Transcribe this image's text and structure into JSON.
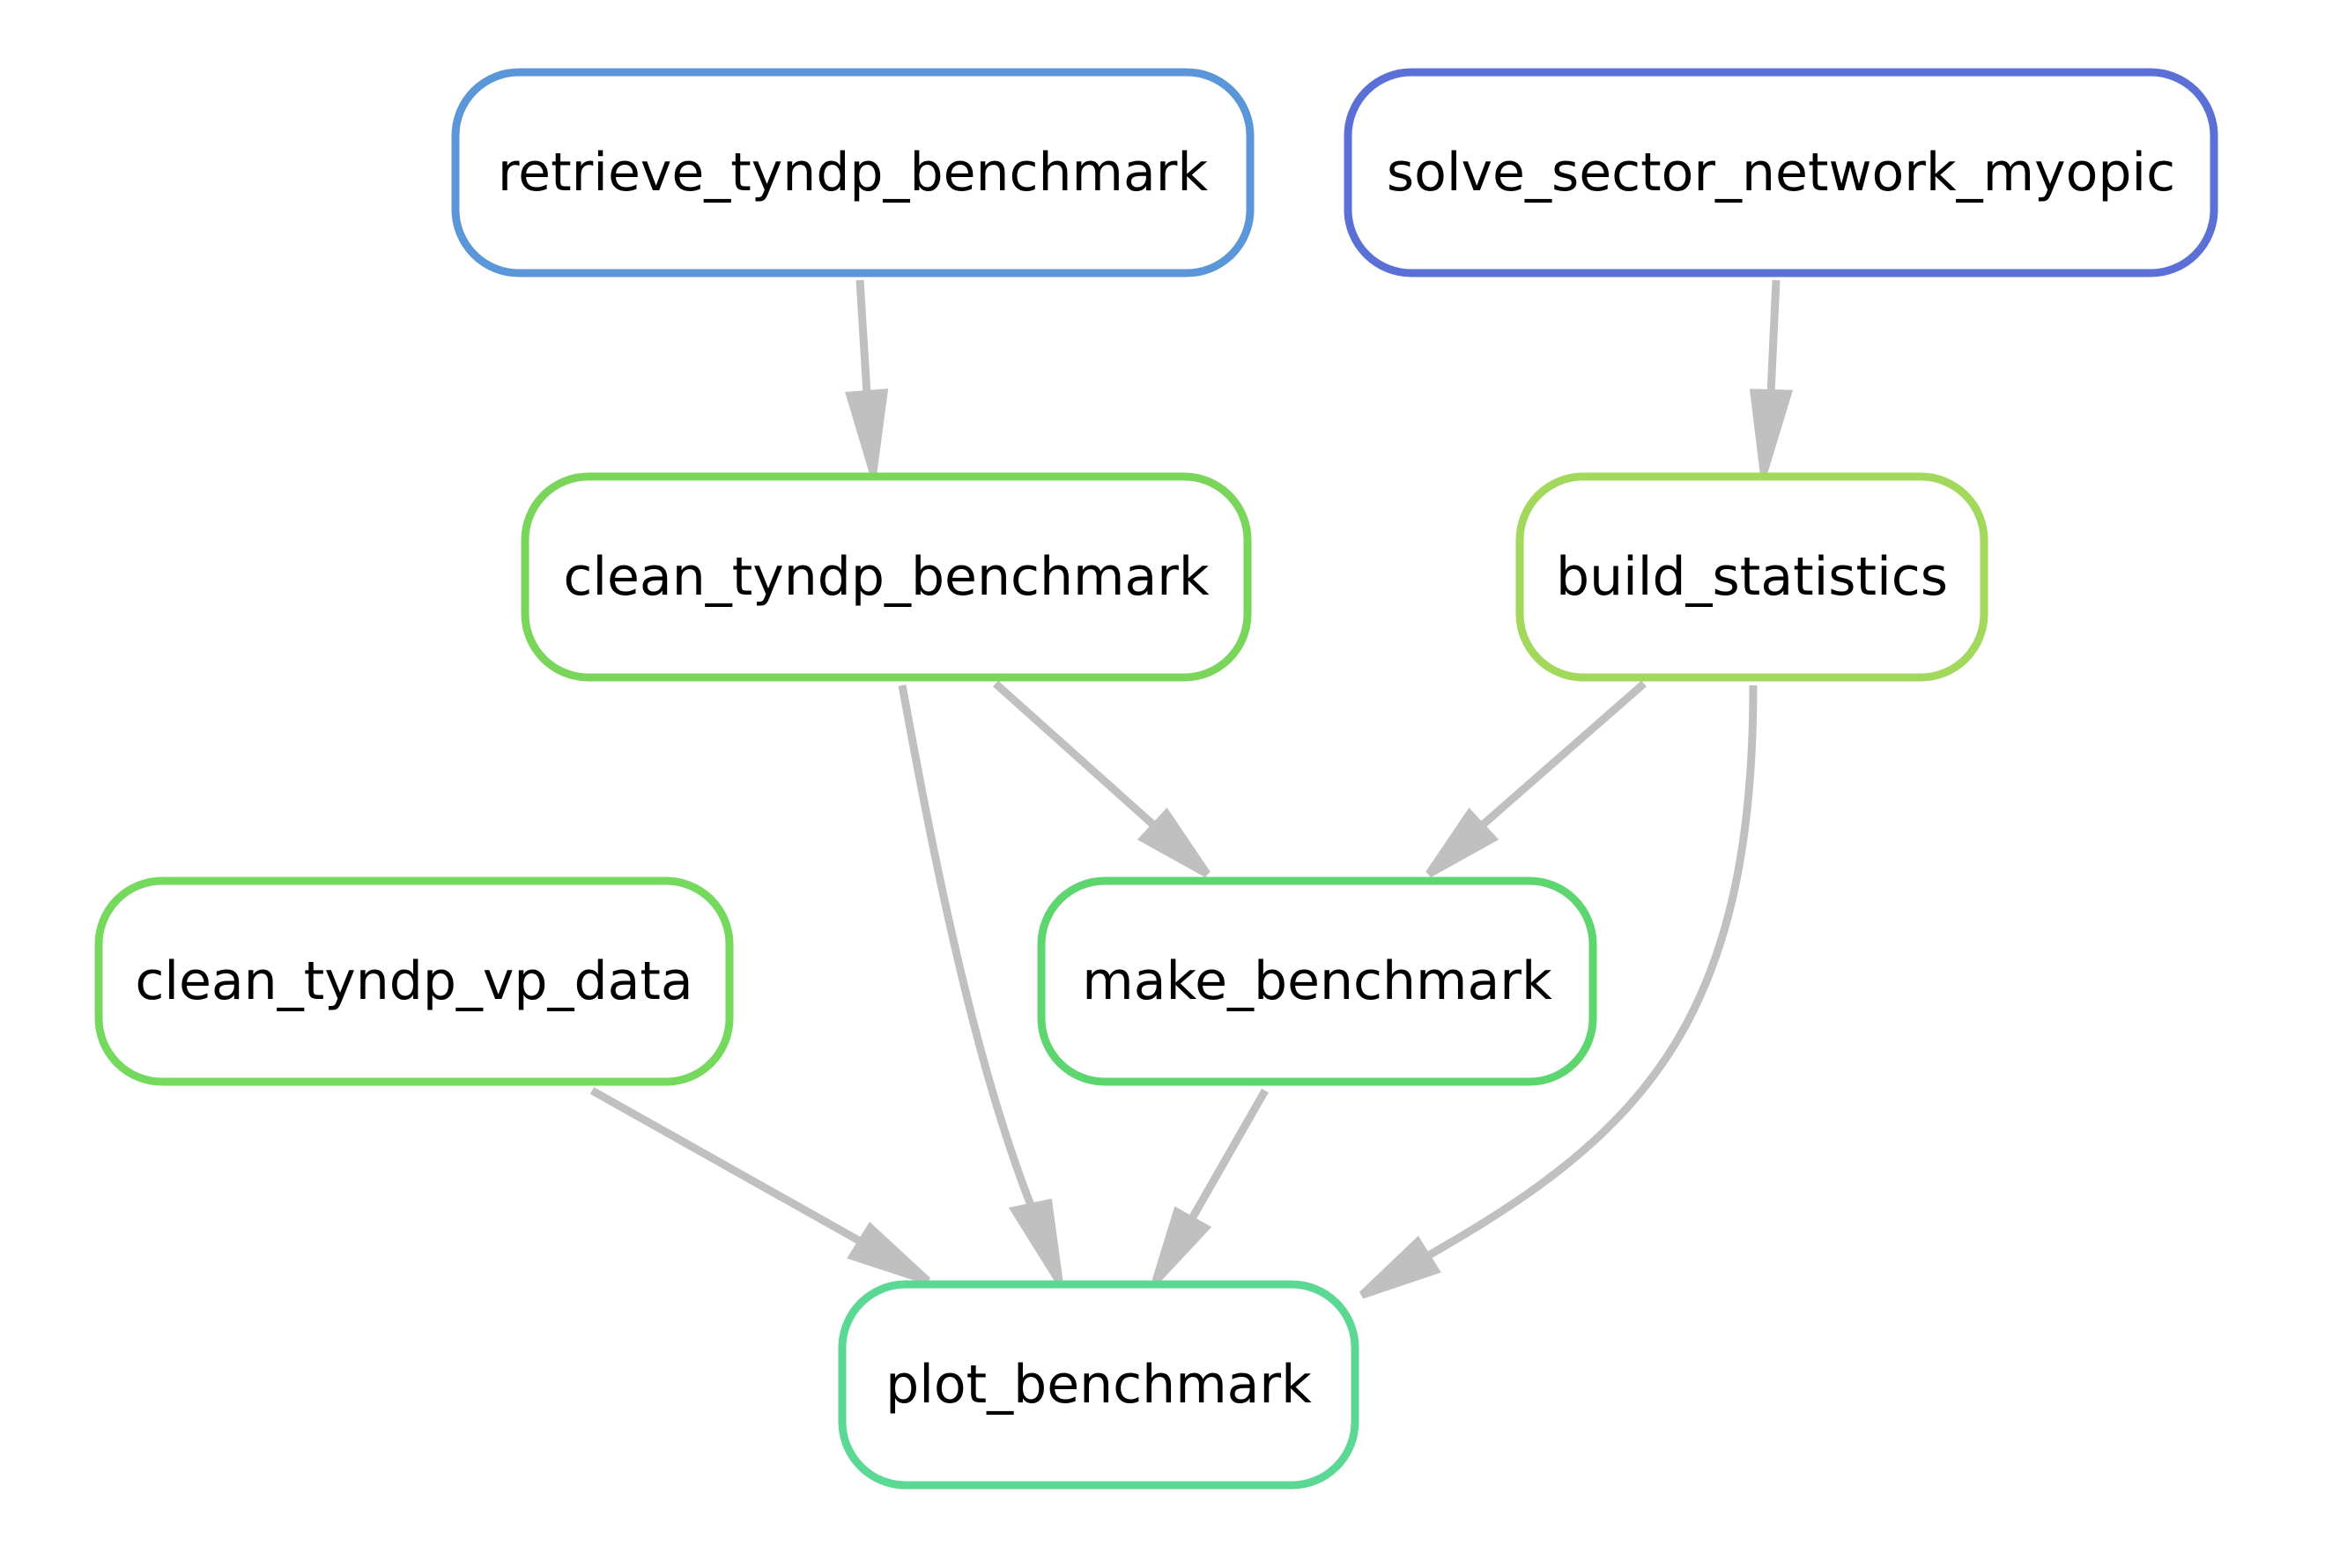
{
  "diagram": {
    "nodes": [
      {
        "id": "retrieve_tyndp_benchmark",
        "label": "retrieve_tyndp_benchmark",
        "color": "#5b97d8"
      },
      {
        "id": "solve_sector_network_myopic",
        "label": "solve_sector_network_myopic",
        "color": "#5b70d6"
      },
      {
        "id": "clean_tyndp_benchmark",
        "label": "clean_tyndp_benchmark",
        "color": "#7ad65b"
      },
      {
        "id": "build_statistics",
        "label": "build_statistics",
        "color": "#a2d85b"
      },
      {
        "id": "clean_tyndp_vp_data",
        "label": "clean_tyndp_vp_data",
        "color": "#74d95c"
      },
      {
        "id": "make_benchmark",
        "label": "make_benchmark",
        "color": "#5dd66f"
      },
      {
        "id": "plot_benchmark",
        "label": "plot_benchmark",
        "color": "#5cd895"
      }
    ],
    "edges": [
      {
        "from": "retrieve_tyndp_benchmark",
        "to": "clean_tyndp_benchmark"
      },
      {
        "from": "solve_sector_network_myopic",
        "to": "build_statistics"
      },
      {
        "from": "clean_tyndp_benchmark",
        "to": "make_benchmark"
      },
      {
        "from": "clean_tyndp_benchmark",
        "to": "plot_benchmark"
      },
      {
        "from": "build_statistics",
        "to": "make_benchmark"
      },
      {
        "from": "build_statistics",
        "to": "plot_benchmark"
      },
      {
        "from": "clean_tyndp_vp_data",
        "to": "plot_benchmark"
      },
      {
        "from": "make_benchmark",
        "to": "plot_benchmark"
      }
    ],
    "edge_color": "#c0c0c0"
  }
}
